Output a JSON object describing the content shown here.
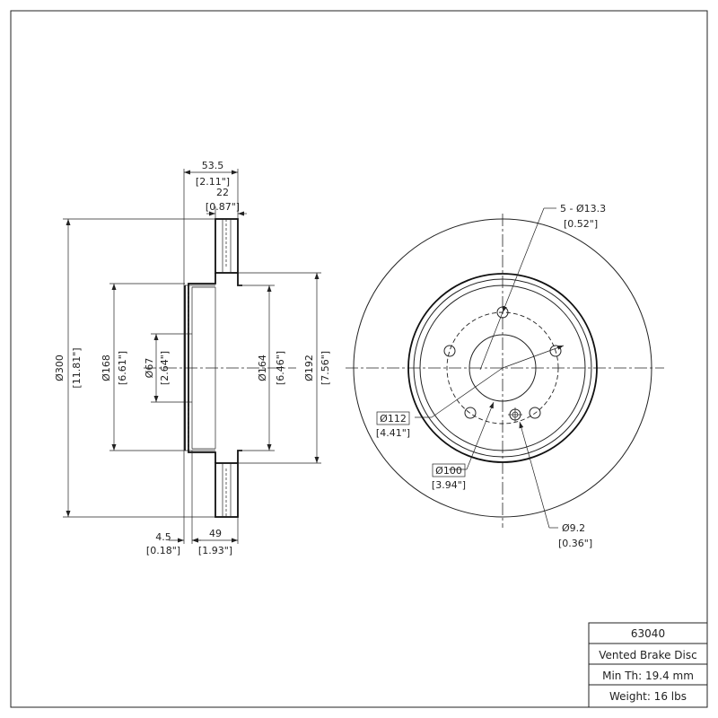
{
  "side_view": {
    "overall_width": {
      "mm": "53.5",
      "in": "[2.11\"]"
    },
    "hat_thickness": {
      "mm": "22",
      "in": "[0.87\"]"
    },
    "outer_diameter": {
      "mm": "Ø300",
      "in": "[11.81\"]"
    },
    "hat_outer_diameter": {
      "mm": "Ø168",
      "in": "[6.61\"]"
    },
    "center_bore": {
      "mm": "Ø67",
      "in": "[2.64\"]"
    },
    "hat_inner_diameter": {
      "mm": "Ø164",
      "in": "[6.46\"]"
    },
    "friction_inner_diameter": {
      "mm": "Ø192",
      "in": "[7.56\"]"
    },
    "hub_face_thickness": {
      "mm": "4.5",
      "in": "[0.18\"]"
    },
    "hat_depth": {
      "mm": "49",
      "in": "[1.93\"]"
    }
  },
  "front_view": {
    "bolt_holes": {
      "mm": "5 - Ø13.3",
      "in": "[0.52\"]"
    },
    "bolt_circle_outer": {
      "mm": "Ø112",
      "in": "[4.41\"]"
    },
    "bolt_circle": {
      "mm": "Ø100",
      "in": "[3.94\"]"
    },
    "locator_hole": {
      "mm": "Ø9.2",
      "in": "[0.36\"]"
    }
  },
  "title_block": {
    "part_number": "63040",
    "description": "Vented Brake Disc",
    "min_thickness": "Min Th: 19.4 mm",
    "weight": "Weight: 16 lbs"
  }
}
